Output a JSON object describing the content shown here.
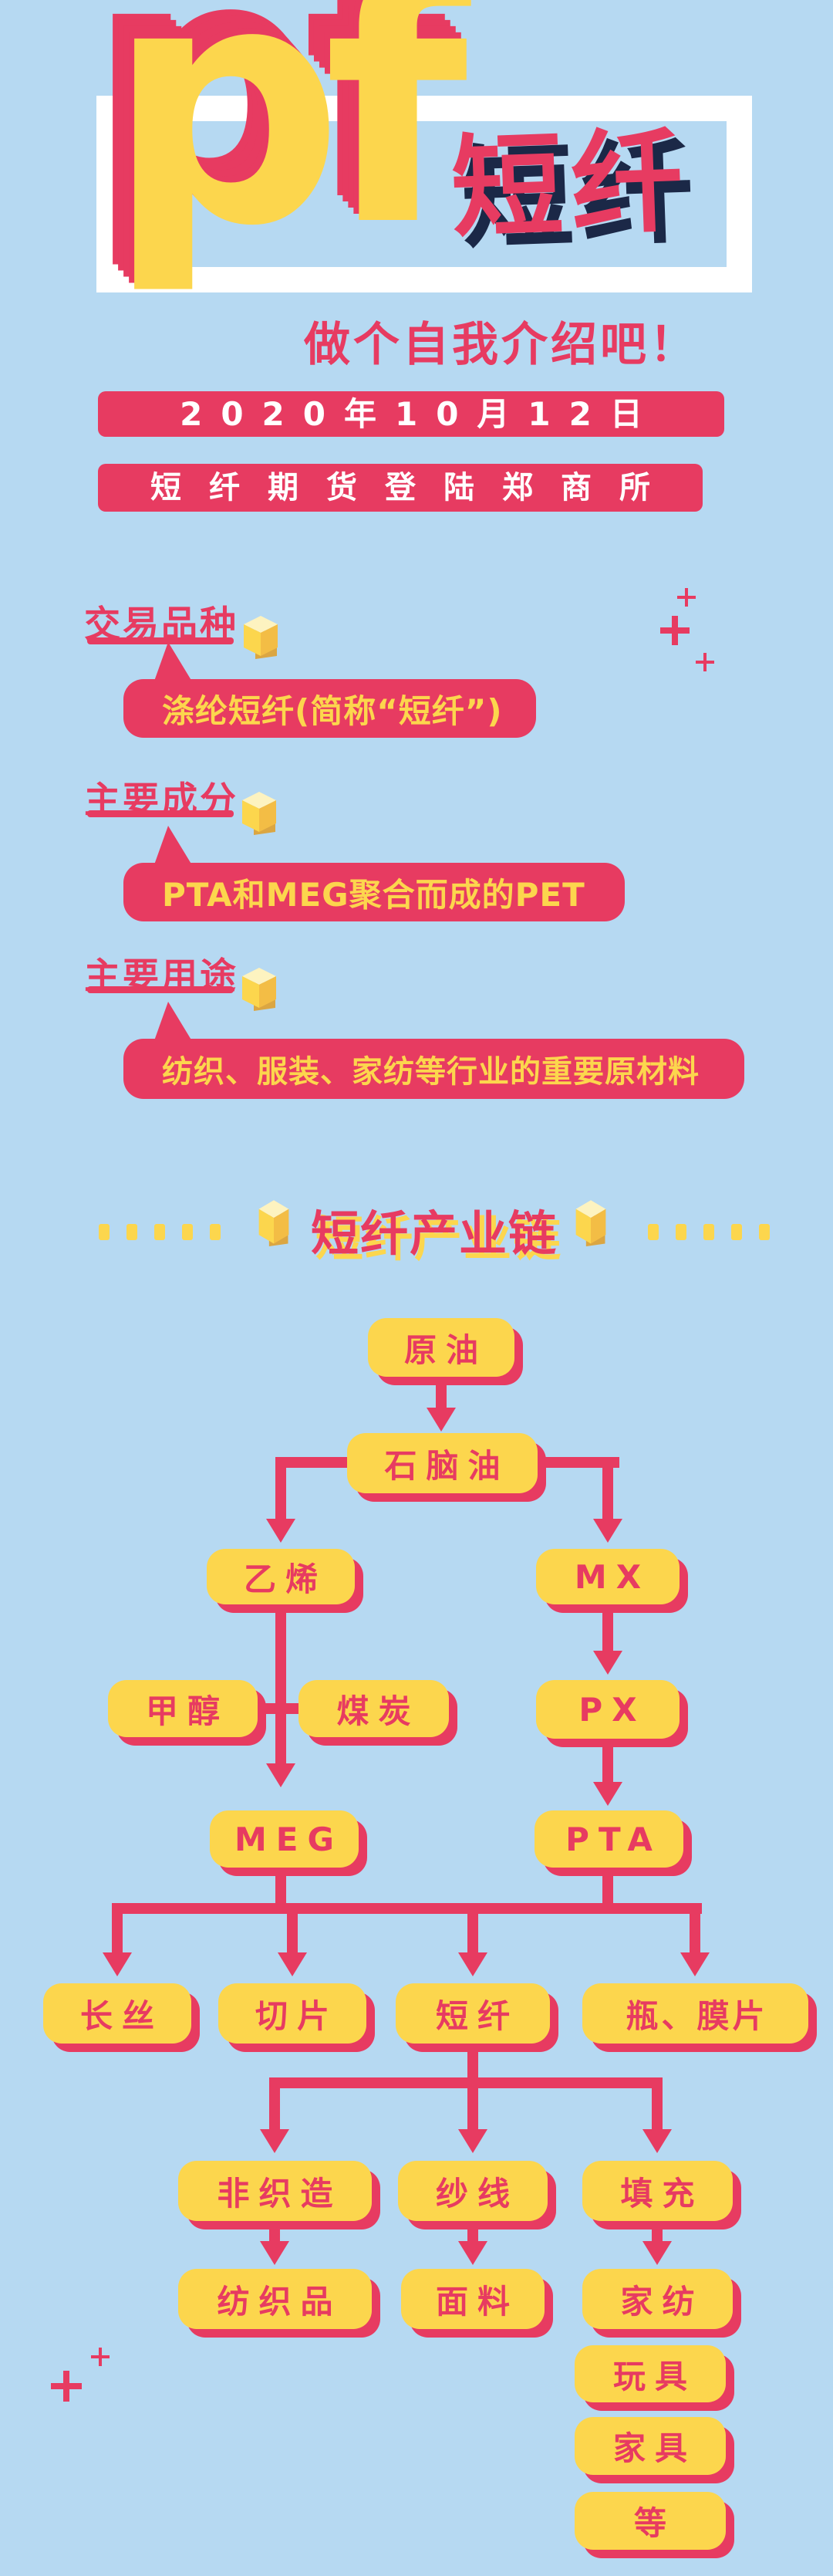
{
  "colors": {
    "background": "#b6d9f2",
    "crimson": "#e73b61",
    "yellow": "#fcd64d",
    "navy": "#1b2847",
    "white": "#ffffff",
    "gold": "#dba642"
  },
  "hero": {
    "logo": "pf",
    "title": "短纤",
    "subtitle": "做个自我介绍吧！",
    "date_banner": "2020年10月12日",
    "exchange_banner": "短纤期货登陆郑商所"
  },
  "sections": [
    {
      "heading": "交易品种",
      "bubble": "涤纶短纤(简称“短纤”)"
    },
    {
      "heading": "主要成分",
      "bubble": "PTA和MEG聚合而成的PET"
    },
    {
      "heading": "主要用途",
      "bubble": "纺织、服装、家纺等行业的重要原材料"
    }
  ],
  "chain": {
    "title": "短纤产业链",
    "nodes": [
      {
        "id": "crude-oil",
        "label": "原油"
      },
      {
        "id": "naphtha",
        "label": "石脑油"
      },
      {
        "id": "ethylene",
        "label": "乙烯"
      },
      {
        "id": "mx",
        "label": "MX"
      },
      {
        "id": "methanol",
        "label": "甲醇"
      },
      {
        "id": "coal",
        "label": "煤炭"
      },
      {
        "id": "px",
        "label": "PX"
      },
      {
        "id": "meg",
        "label": "MEG"
      },
      {
        "id": "pta",
        "label": "PTA"
      },
      {
        "id": "filament",
        "label": "长丝"
      },
      {
        "id": "chips",
        "label": "切片"
      },
      {
        "id": "staple-fiber",
        "label": "短纤"
      },
      {
        "id": "bottle-film",
        "label": "瓶、膜片"
      },
      {
        "id": "nonwoven",
        "label": "非织造"
      },
      {
        "id": "yarn",
        "label": "纱线"
      },
      {
        "id": "filling",
        "label": "填充"
      },
      {
        "id": "textiles",
        "label": "纺织品"
      },
      {
        "id": "fabric",
        "label": "面料"
      },
      {
        "id": "home-textile",
        "label": "家纺"
      },
      {
        "id": "toys",
        "label": "玩具"
      },
      {
        "id": "furniture",
        "label": "家具"
      },
      {
        "id": "etc",
        "label": "等"
      }
    ]
  }
}
